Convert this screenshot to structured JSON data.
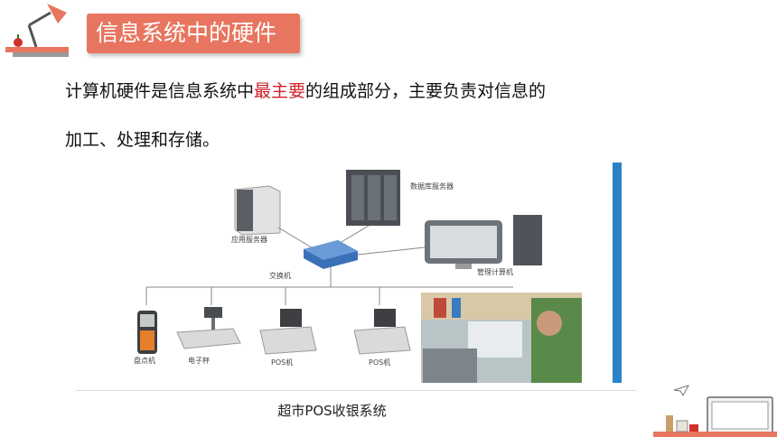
{
  "slide": {
    "title": "信息系统中的硬件",
    "paragraph": {
      "line1_before": "计算机硬件是信息系统中",
      "line1_highlight": "最主要",
      "line1_after": "的组成部分，主要负责对信息的",
      "line2": "加工、处理和存储。"
    },
    "caption": "超市POS收银系统"
  },
  "diagram": {
    "labels": {
      "db_server": "数据库服务器",
      "app_server": "应用服务器",
      "switch": "交换机",
      "mgmt_pc": "管理计算机",
      "inventory": "盘点机",
      "scale": "电子秤",
      "pos1": "POS机",
      "pos2": "POS机"
    }
  },
  "colors": {
    "title_bg": "#e8755f",
    "highlight": "#d0202a",
    "side_bar": "#2a82c8"
  }
}
